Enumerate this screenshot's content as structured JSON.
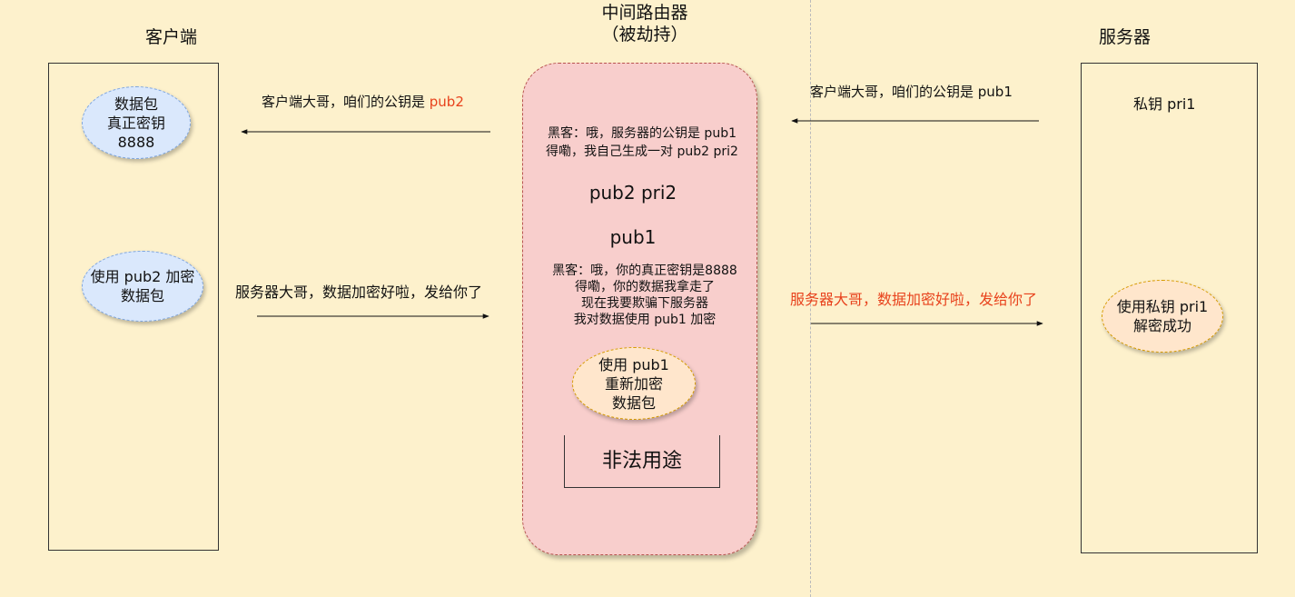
{
  "client": {
    "title": "客户端",
    "ellipse1": [
      "数据包",
      "真正密钥",
      "8888"
    ],
    "ellipse2": [
      "使用 pub2 加密",
      "数据包"
    ]
  },
  "router": {
    "title_line1": "中间路由器",
    "title_line2": "（被劫持）",
    "note1": [
      "黑客：哦，服务器的公钥是 pub1",
      "得嘞，我自己生成一对 pub2 pri2"
    ],
    "keys1": "pub2 pri2",
    "keys2": "pub1",
    "note2": [
      "黑客：哦，你的真正密钥是8888",
      "得嘞，你的数据我拿走了",
      "现在我要欺骗下服务器",
      "我对数据使用 pub1 加密"
    ],
    "ellipse": [
      "使用 pub1",
      "重新加密",
      "数据包"
    ],
    "illegal": "非法用途"
  },
  "server": {
    "title": "服务器",
    "private_key": "私钥 pri1",
    "ellipse": [
      "使用私钥 pri1",
      "解密成功"
    ]
  },
  "arrows": {
    "router_to_client_prefix": "客户端大哥，咱们的公钥是 ",
    "router_to_client_key": "pub2",
    "server_to_router": "客户端大哥，咱们的公钥是 pub1",
    "client_to_router": "服务器大哥，数据加密好啦，发给你了",
    "router_to_server": "服务器大哥，数据加密好啦，发给你了"
  },
  "colors": {
    "background": "#fdf1cc",
    "highlight": "#e8421c",
    "router_fill": "#f8cecc",
    "blue_fill": "#dae8fc",
    "orange_fill": "#ffe6cc"
  }
}
